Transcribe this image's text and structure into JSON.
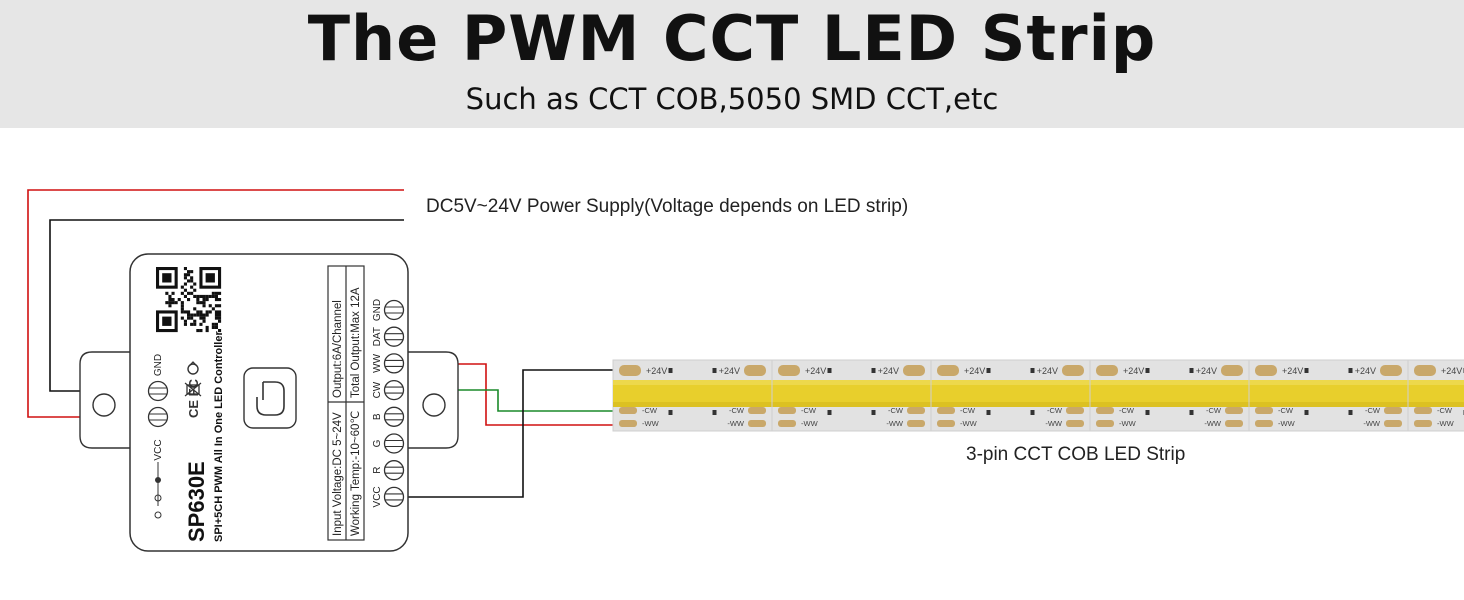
{
  "header": {
    "title": "The PWM CCT LED Strip",
    "subtitle": "Such as CCT COB,5050 SMD CCT,etc"
  },
  "power": {
    "label": "DC5V~24V Power Supply(Voltage depends on LED strip)"
  },
  "controller": {
    "model": "SP630E",
    "description": "SPI+5CH PWM All In One LED Controller",
    "spec_input_voltage": "Input Voltage:DC 5~24V",
    "spec_working_temp": "Working Temp:-10~60℃",
    "spec_output": "Output:6A/Channel",
    "spec_total_output": "Total Output:Max 12A",
    "power_terminals": [
      "GND",
      "VCC"
    ],
    "output_terminals": [
      "GND",
      "DAT",
      "WW",
      "CW",
      "B",
      "G",
      "R",
      "VCC"
    ],
    "cert_marks": "CE FC"
  },
  "strip": {
    "label": "3-pin CCT COB LED Strip",
    "pad_top": "+24V",
    "pad_mid": "-CW",
    "pad_bottom": "-WW"
  },
  "colors": {
    "header_bg": "#e6e6e6",
    "wire_red": "#d01010",
    "wire_black": "#111111",
    "wire_green": "#1a8a2a",
    "strip_yellow": "#e8cf2c",
    "strip_pcb": "#e2e2e2",
    "pad_gold": "#c9a86a"
  }
}
